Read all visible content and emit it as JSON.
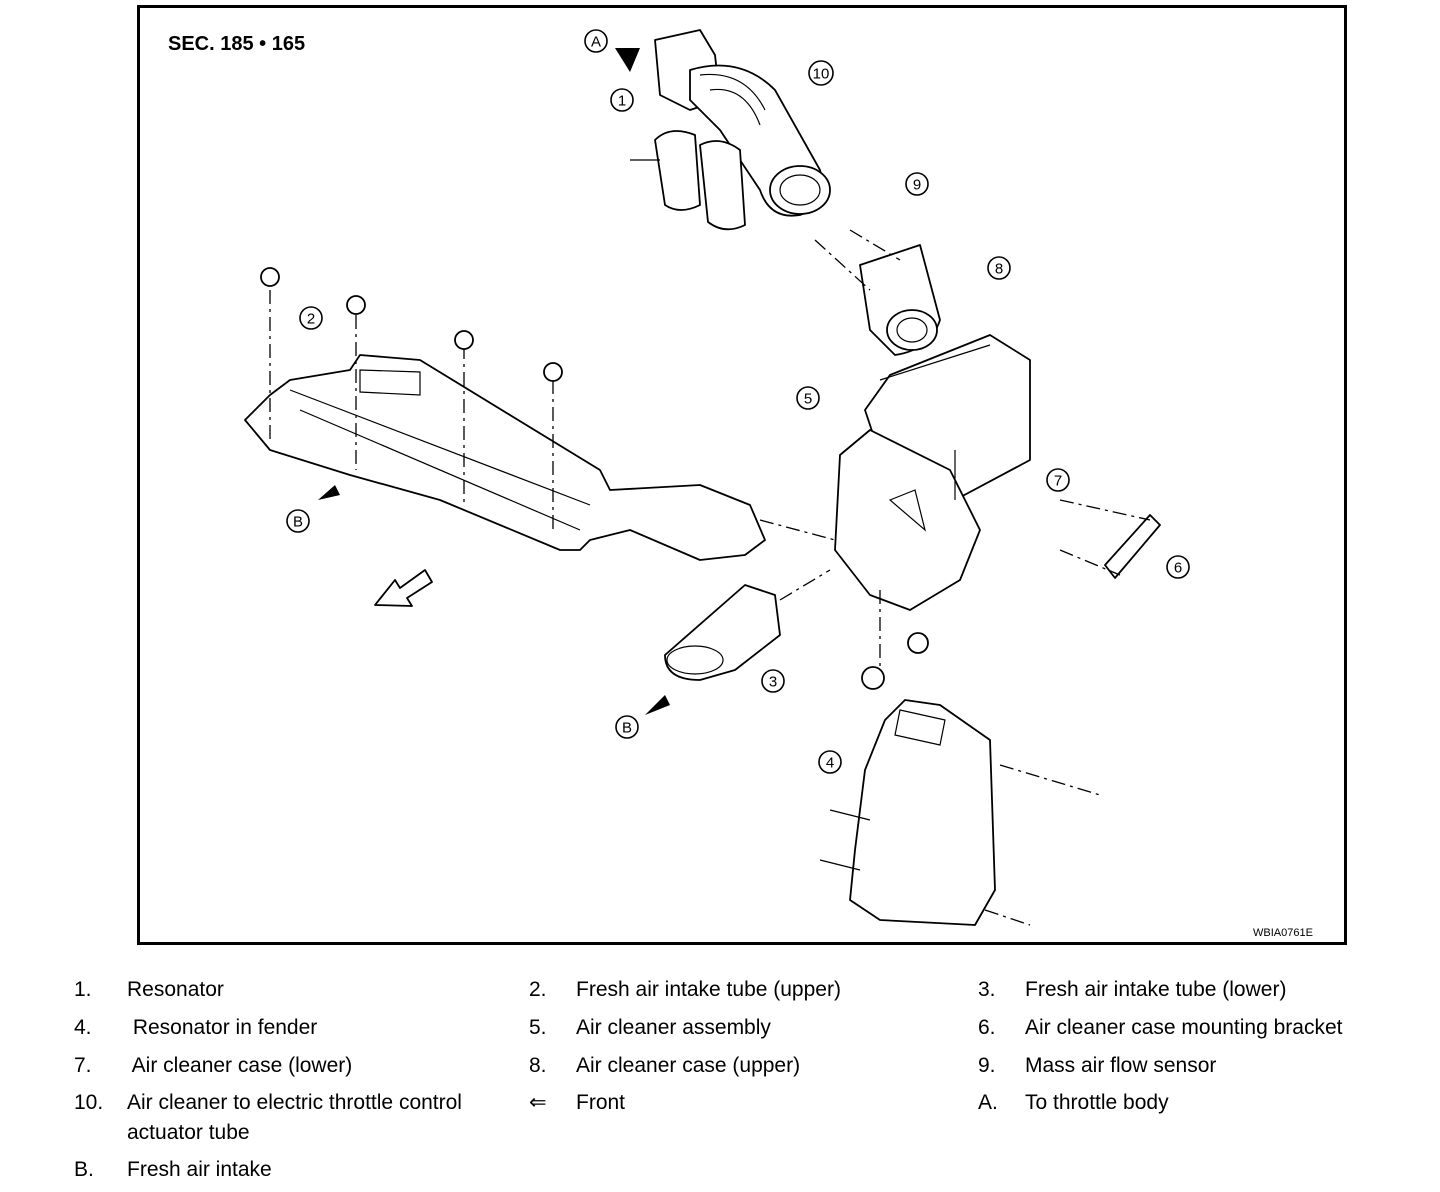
{
  "diagram": {
    "section": "SEC. 185 • 165",
    "code": "WBIA0761E",
    "callouts": [
      "1",
      "2",
      "3",
      "4",
      "5",
      "6",
      "7",
      "8",
      "9",
      "10",
      "A",
      "B",
      "B"
    ]
  },
  "legend": [
    {
      "num": "1.",
      "text": "Resonator"
    },
    {
      "num": "2.",
      "text": "Fresh air intake tube (upper)"
    },
    {
      "num": "3.",
      "text": "Fresh air intake tube (lower)"
    },
    {
      "num": "4.",
      "text": " Resonator in fender"
    },
    {
      "num": "5.",
      "text": "Air cleaner assembly"
    },
    {
      "num": "6.",
      "text": "Air cleaner case mounting bracket"
    },
    {
      "num": "7.",
      "text": " Air cleaner case (lower)"
    },
    {
      "num": "8.",
      "text": "Air cleaner case (upper)"
    },
    {
      "num": "9.",
      "text": "Mass air flow sensor"
    },
    {
      "num": "10.",
      "text": "Air cleaner to electric throttle control actuator tube"
    },
    {
      "num": "⇐",
      "text": "Front"
    },
    {
      "num": "A.",
      "text": "To throttle body"
    },
    {
      "num": "B.",
      "text": "Fresh air intake"
    }
  ]
}
